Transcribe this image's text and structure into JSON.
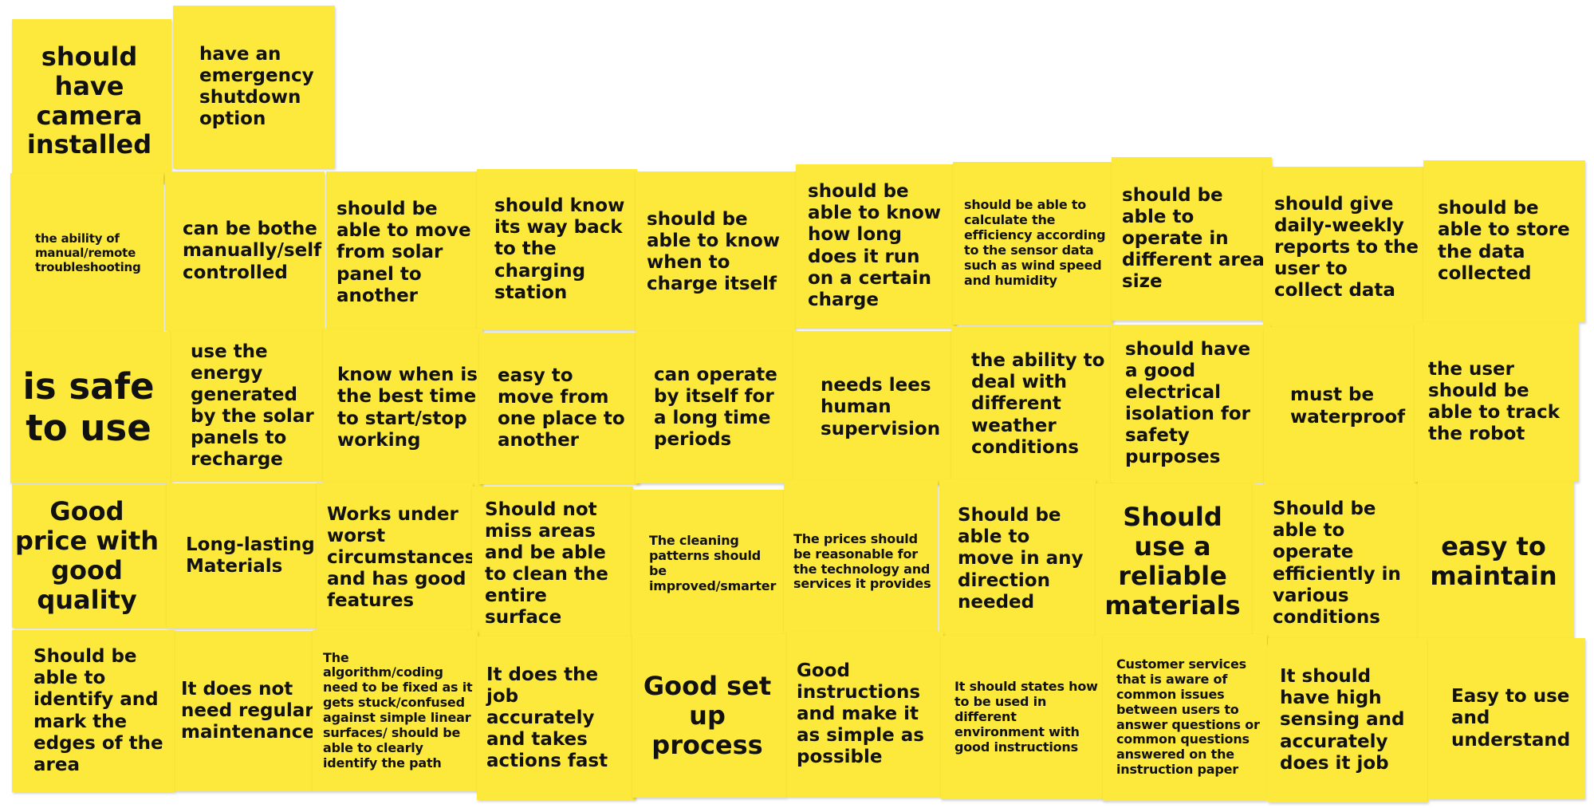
{
  "board": {
    "note_color": "#fde93b",
    "notes": [
      {
        "text": "should have camera installed"
      },
      {
        "text": "have an emergency shutdown option"
      },
      {
        "text": "the ability of manual/remote troubleshooting"
      },
      {
        "text": "can be bothe manually/self controlled"
      },
      {
        "text": "should be able to move from solar panel to another"
      },
      {
        "text": "should know its way back to the charging station"
      },
      {
        "text": "should be able to know when to charge itself"
      },
      {
        "text": "should be able to know how long does it run on a certain charge"
      },
      {
        "text": "should be able to calculate the efficiency according to the sensor data such as wind speed and humidity"
      },
      {
        "text": "should be able to operate in different area size"
      },
      {
        "text": "should give daily-weekly reports to the user to collect data"
      },
      {
        "text": "should be able to store the data collected"
      },
      {
        "text": "is safe to use"
      },
      {
        "text": "use the energy generated by the solar panels to recharge"
      },
      {
        "text": "know when is the best time to start/stop working"
      },
      {
        "text": "easy to move from one place to another"
      },
      {
        "text": "can operate by itself for a long time periods"
      },
      {
        "text": "needs lees human supervision"
      },
      {
        "text": "the ability to deal with different weather conditions"
      },
      {
        "text": "should have a good electrical isolation for safety purposes"
      },
      {
        "text": "must be waterproof"
      },
      {
        "text": "the user should be able to track the robot"
      },
      {
        "text": "Good price with good quality"
      },
      {
        "text": "Long-lasting Materials"
      },
      {
        "text": "Works under worst circumstances and has good features"
      },
      {
        "text": "Should not miss areas and be able to clean the entire surface"
      },
      {
        "text": "The cleaning patterns should be improved/smarter"
      },
      {
        "text": "The prices should be reasonable for the technology and services it provides"
      },
      {
        "text": "Should be able to move in any direction needed"
      },
      {
        "text": "Should use a reliable materials"
      },
      {
        "text": "Should be able to operate efficiently in various conditions"
      },
      {
        "text": "easy to maintain"
      },
      {
        "text": "Should be able to identify and mark the edges of the area"
      },
      {
        "text": "It does not need regular maintenance"
      },
      {
        "text": "The algorithm/coding need to be fixed as it gets stuck/confused against simple linear surfaces/ should be able to clearly identify the path"
      },
      {
        "text": "It does the job accurately and takes actions fast"
      },
      {
        "text": "Good set up process"
      },
      {
        "text": "Good instructions and make it as simple as possible"
      },
      {
        "text": "It should states how to be used in different environment with good instructions"
      },
      {
        "text": "Customer services that is aware of common issues between users to answer questions or common questions answered on the instruction paper"
      },
      {
        "text": "It should have high sensing and accurately does it job"
      },
      {
        "text": "Easy to use and understand"
      }
    ]
  }
}
